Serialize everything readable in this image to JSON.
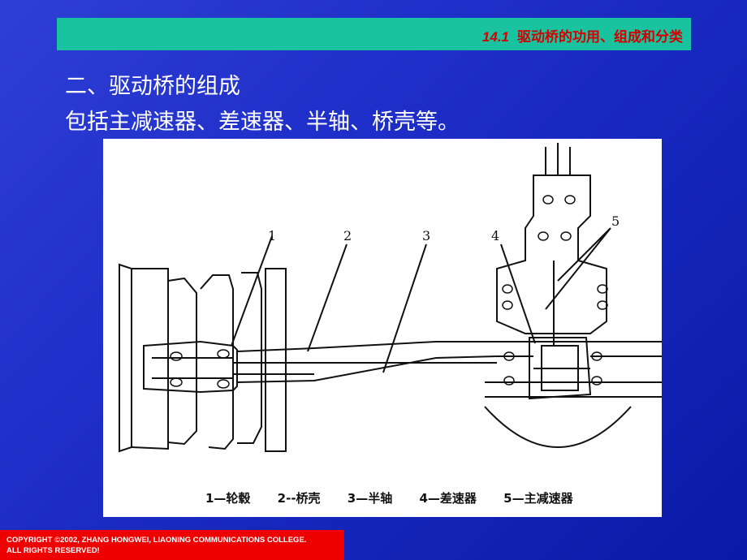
{
  "header": {
    "section_number": "14.1",
    "section_title": "驱动桥的功用、组成和分类"
  },
  "content": {
    "heading": "二、驱动桥的组成",
    "subheading": "包括主减速器、差速器、半轴、桥壳等。"
  },
  "diagram": {
    "callouts": [
      "1",
      "2",
      "3",
      "4",
      "5"
    ],
    "legend": [
      "1—轮毂",
      "2--桥壳",
      "3—半轴",
      "4—差速器",
      "5—主减速器"
    ]
  },
  "footer": {
    "copyright_line1": "COPYRIGHT ©2002, ZHANG HONGWEI, LIAONING COMMUNICATIONS COLLEGE.",
    "copyright_line2": "ALL RIGHTS RESERVED!"
  }
}
